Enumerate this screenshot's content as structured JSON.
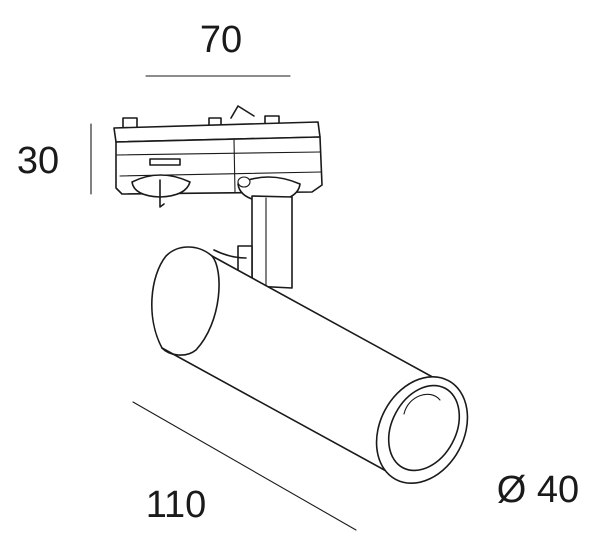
{
  "dimensions": {
    "width": "70",
    "height": "30",
    "length": "110",
    "diameter": "Ø 40"
  }
}
